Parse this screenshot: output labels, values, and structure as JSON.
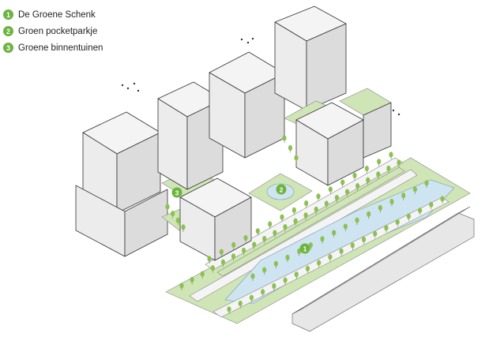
{
  "legend": [
    {
      "number": "1",
      "label": "De Groene Schenk"
    },
    {
      "number": "2",
      "label": "Groen pocketparkje"
    },
    {
      "number": "3",
      "label": "Groene binnentuinen"
    }
  ],
  "colors": {
    "badge": "#6cb43f",
    "grass": "#cfe5b6",
    "water": "#cfe4f1",
    "tree": "#8cc152"
  },
  "map_markers": [
    "1",
    "2",
    "3"
  ]
}
